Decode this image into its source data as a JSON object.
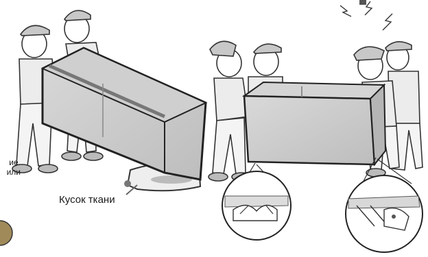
{
  "illustration": {
    "callout_label": "Кусок ткани",
    "side_note_fragments": [
      "ие.",
      "или"
    ]
  }
}
